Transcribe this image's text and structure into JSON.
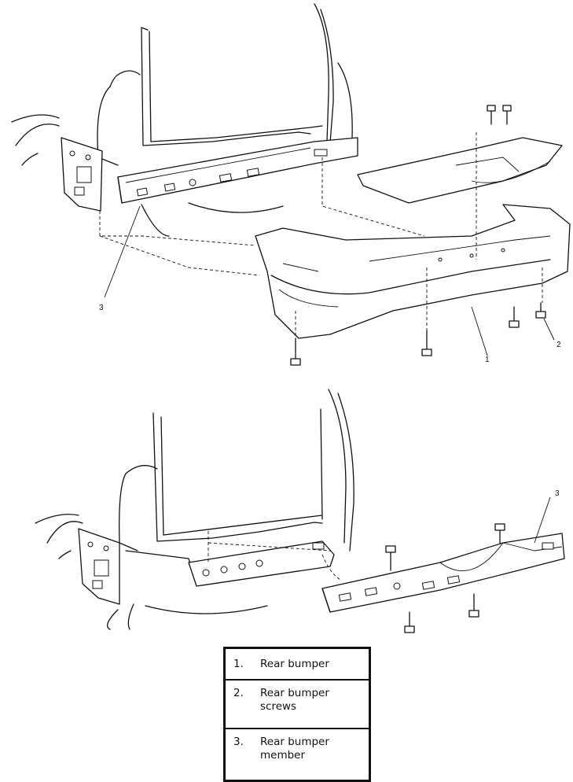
{
  "callouts": {
    "top_bumper": "1",
    "top_screws": "2",
    "top_member": "3",
    "bottom_member": "3"
  },
  "legend": [
    {
      "num": "1.",
      "text": "Rear bumper"
    },
    {
      "num": "2.",
      "text": "Rear bumper screws"
    },
    {
      "num": "3.",
      "text": "Rear bumper member"
    }
  ]
}
